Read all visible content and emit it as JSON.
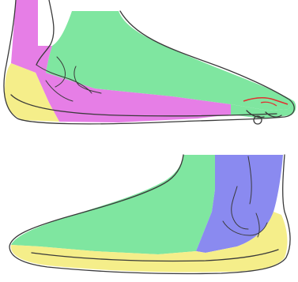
{
  "colors": {
    "magenta": "#e67ee6",
    "green": "#7fe6a0",
    "yellow": "#f5ee8a",
    "blue": "#8a8af0",
    "outline": "#3a3a3a",
    "red": "#e03030",
    "background": "#ffffff"
  },
  "figures": [
    {
      "view": "medial",
      "regions": [
        "magenta",
        "green",
        "yellow"
      ]
    },
    {
      "view": "lateral",
      "regions": [
        "green",
        "blue",
        "yellow"
      ]
    }
  ]
}
